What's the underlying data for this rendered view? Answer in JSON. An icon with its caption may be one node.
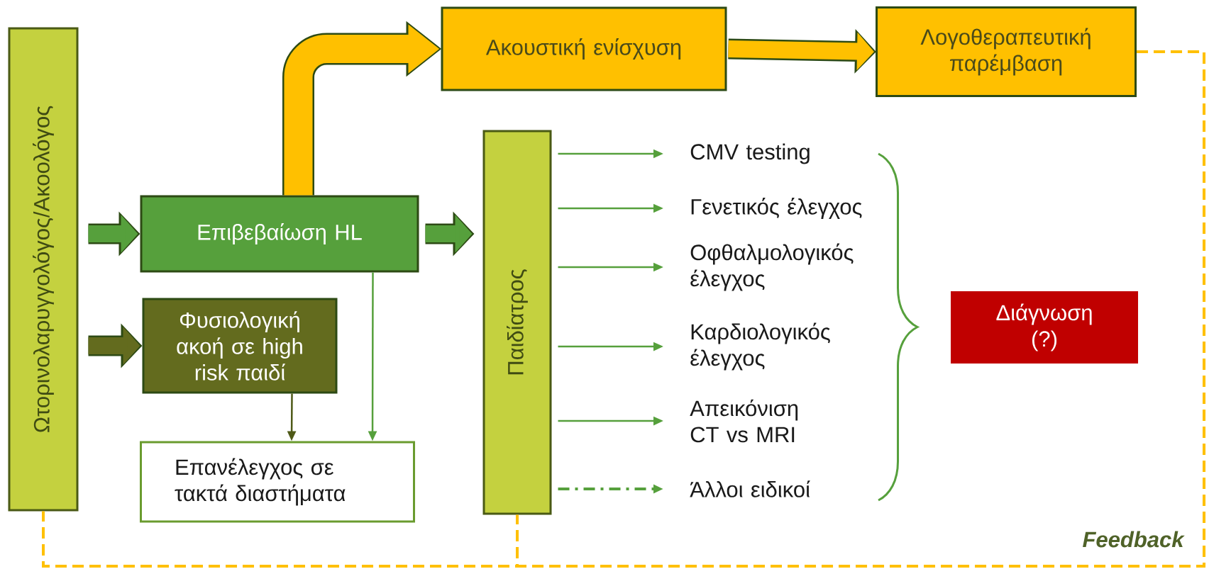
{
  "diagram": {
    "nodes": [
      {
        "text": [
          "Ωτορινολαρυγγολόγος/Ακοολόγος"
        ]
      },
      {
        "text": [
          "Επιβεβαίωση HL"
        ]
      },
      {
        "text": [
          "Φυσιολογική ακοή σε high risk παιδί"
        ]
      },
      {
        "text": [
          "Επανέλεγχος σε τακτά διαστήματα"
        ]
      },
      {
        "text": [
          "Ακουστική ενίσχυση"
        ]
      },
      {
        "text": [
          "Λογοθεραπευτική παρέμβαση"
        ]
      },
      {
        "text": [
          "Παιδίατρος"
        ]
      },
      {
        "text": [
          "CMV testing"
        ]
      },
      {
        "text": [
          "Γενετικός έλεγχος"
        ]
      },
      {
        "text": [
          "Οφθαλμολογικός έλεγχος"
        ]
      },
      {
        "text": [
          "Καρδιολογικός έλεγχος"
        ]
      },
      {
        "text": [
          "Απεικόνιση CT vs MRI"
        ]
      },
      {
        "text": [
          "Άλλοι ειδικοί"
        ]
      },
      {
        "text": [
          "Διάγνωση (?)"
        ]
      }
    ],
    "edges": [
      {
        "from": 0,
        "to": 1,
        "arrow": "to",
        "style": "thick",
        "color": "#56a03c"
      },
      {
        "from": 0,
        "to": 2,
        "arrow": "to",
        "style": "thick",
        "color": "#636b1e"
      },
      {
        "from": 1,
        "to": 6,
        "arrow": "to",
        "style": "thick",
        "color": "#56a03c"
      },
      {
        "from": 1,
        "to": 4,
        "arrow": "to",
        "style": "thick",
        "color": "#ffc000"
      },
      {
        "from": 4,
        "to": 5,
        "arrow": "to",
        "style": "thick",
        "color": "#ffc000"
      },
      {
        "from": 1,
        "to": 3,
        "arrow": "to"
      },
      {
        "from": 2,
        "to": 3,
        "arrow": "to",
        "color": "#4f5a18"
      },
      {
        "from": 6,
        "to": 7,
        "arrow": "to"
      },
      {
        "from": 6,
        "to": 8,
        "arrow": "to"
      },
      {
        "from": 6,
        "to": 9,
        "arrow": "to"
      },
      {
        "from": 6,
        "to": 10,
        "arrow": "to"
      },
      {
        "from": 6,
        "to": 11,
        "arrow": "to"
      },
      {
        "from": 6,
        "to": 12,
        "arrow": "to",
        "style": "dashed"
      },
      {
        "from": 5,
        "to": 0,
        "arrow": "none",
        "style": "dashed",
        "color": "#ffc000",
        "label": "Feedback"
      },
      {
        "from": 5,
        "to": 6,
        "arrow": "none",
        "style": "dashed",
        "color": "#ffc000"
      }
    ]
  }
}
